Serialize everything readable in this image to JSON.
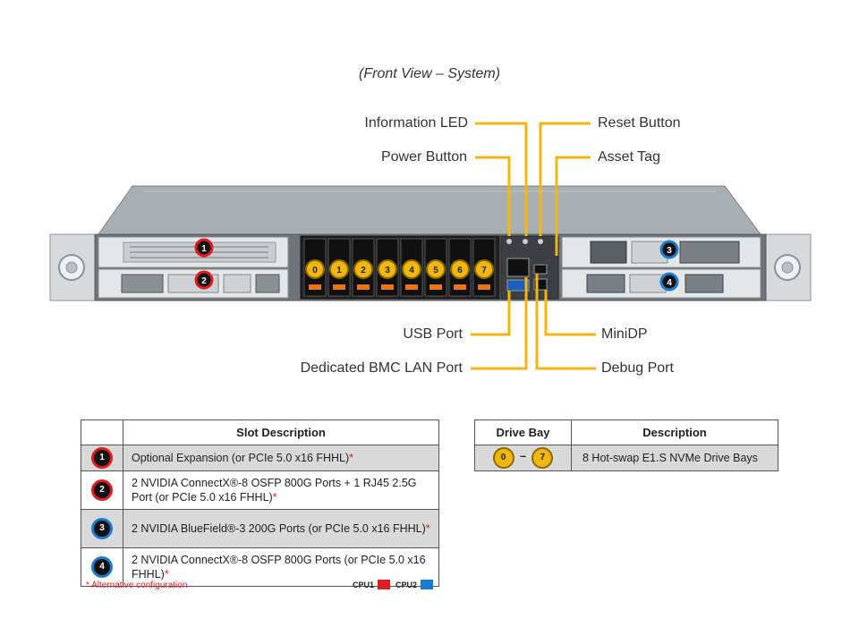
{
  "title": "(Front View – System)",
  "callouts": {
    "information_led": "Information LED",
    "power_button": "Power Button",
    "reset_button": "Reset Button",
    "asset_tag": "Asset Tag",
    "usb_port": "USB Port",
    "bmc_lan_port": "Dedicated BMC LAN Port",
    "minidp": "MiniDP",
    "debug_port": "Debug Port"
  },
  "chassis_labels": {
    "slots": [
      "1",
      "2",
      "3",
      "4"
    ],
    "drive_bays": [
      "0",
      "1",
      "2",
      "3",
      "4",
      "5",
      "6",
      "7"
    ]
  },
  "slot_table": {
    "header": "Slot Description",
    "rows": [
      {
        "num": "1",
        "cpu": "CPU1",
        "text": "Optional Expansion (or PCIe 5.0 x16 FHHL)",
        "star": "*"
      },
      {
        "num": "2",
        "cpu": "CPU1",
        "text": "2 NVIDIA ConnectX®-8 OSFP 800G Ports + 1 RJ45 2.5G Port (or PCIe 5.0 x16 FHHL)",
        "star": "*"
      },
      {
        "num": "3",
        "cpu": "CPU2",
        "text": "2 NVIDIA BlueField®-3 200G Ports (or PCIe 5.0 x16 FHHL)",
        "star": "*"
      },
      {
        "num": "4",
        "cpu": "CPU2",
        "text": "2 NVIDIA ConnectX®-8 OSFP 800G Ports (or PCIe 5.0 x16 FHHL)",
        "star": "*"
      }
    ],
    "footnote": "* Alternative configuration",
    "legend": [
      {
        "label": "CPU1",
        "color": "#e11b22"
      },
      {
        "label": "CPU2",
        "color": "#1b7ccf"
      }
    ]
  },
  "drive_table": {
    "col1": "Drive Bay",
    "col2": "Description",
    "range_start": "0",
    "range_dash": "–",
    "range_end": "7",
    "description": "8 Hot-swap E1.S NVMe Drive Bays"
  },
  "colors": {
    "accent": "#f2b611",
    "cpu1": "#e11b22",
    "cpu2": "#1b7ccf"
  }
}
